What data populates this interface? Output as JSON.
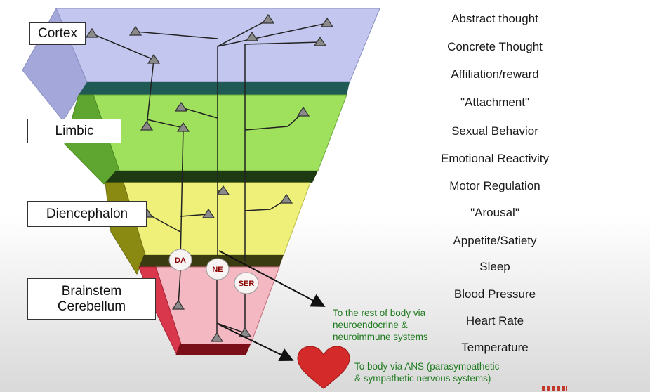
{
  "regions": {
    "cortex": "Cortex",
    "limbic": "Limbic",
    "diencephalon": "Diencephalon",
    "brainstem_line1": "Brainstem",
    "brainstem_line2": "Cerebellum"
  },
  "functions": [
    "Abstract thought",
    "Concrete Thought",
    "Affiliation/reward",
    "\"Attachment\"",
    "Sexual Behavior",
    "Emotional Reactivity",
    "Motor Regulation",
    "\"Arousal\"",
    "Appetite/Satiety",
    "Sleep",
    "Blood Pressure",
    "Heart Rate",
    "Temperature"
  ],
  "nodes": {
    "da": "DA",
    "ne": "NE",
    "ser": "SER"
  },
  "notes": {
    "rest_of_body": [
      "To the rest of body via",
      "neuroendocrine &",
      "neuroimmune systems"
    ],
    "ans": [
      "To body via ANS (parasympathetic",
      "& sympathetic nervous systems)"
    ]
  },
  "colors": {
    "cortex": "#c5c9f0",
    "limbic": "#9de35e",
    "diencephalon": "#eef07a",
    "brainstem": "#f2b6c0",
    "heart": "#d42a2a",
    "note_text": "#1f7a1f"
  }
}
